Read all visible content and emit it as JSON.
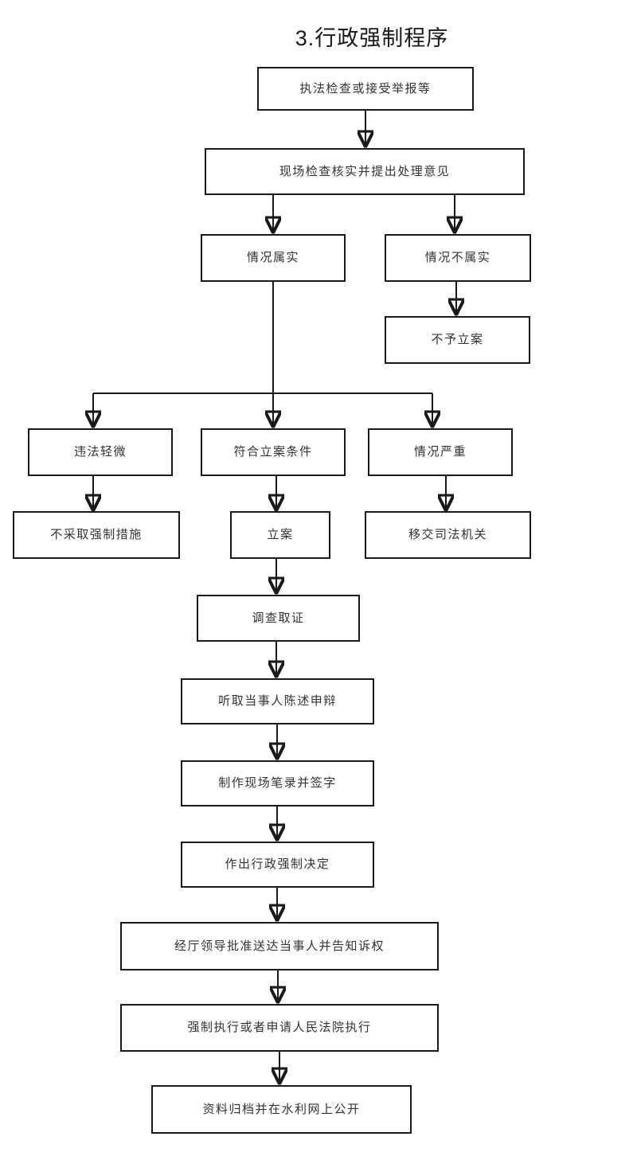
{
  "title": "3.行政强制程序",
  "colors": {
    "line": "#1a1a1a",
    "text": "#333333",
    "background": "#ffffff"
  },
  "nodes": {
    "inspection_or_report": "执法检查或接受举报等",
    "onsite_check_opinion": "现场检查核实并提出处理意见",
    "situation_true": "情况属实",
    "situation_not_true": "情况不属实",
    "no_case_filing": "不予立案",
    "minor_violation": "违法轻微",
    "meets_filing_conditions": "符合立案条件",
    "serious_situation": "情况严重",
    "no_compulsory_measures": "不采取强制措施",
    "file_case": "立案",
    "transfer_to_judicial": "移交司法机关",
    "investigation_evidence": "调查取证",
    "hear_statements": "听取当事人陈述申辩",
    "onsite_record_signature": "制作现场笔录并签字",
    "compulsory_decision": "作出行政强制决定",
    "approval_service_notify": "经厅领导批准送达当事人并告知诉权",
    "enforcement_or_court": "强制执行或者申请人民法院执行",
    "archive_publish": "资料归档并在水利网上公开"
  }
}
